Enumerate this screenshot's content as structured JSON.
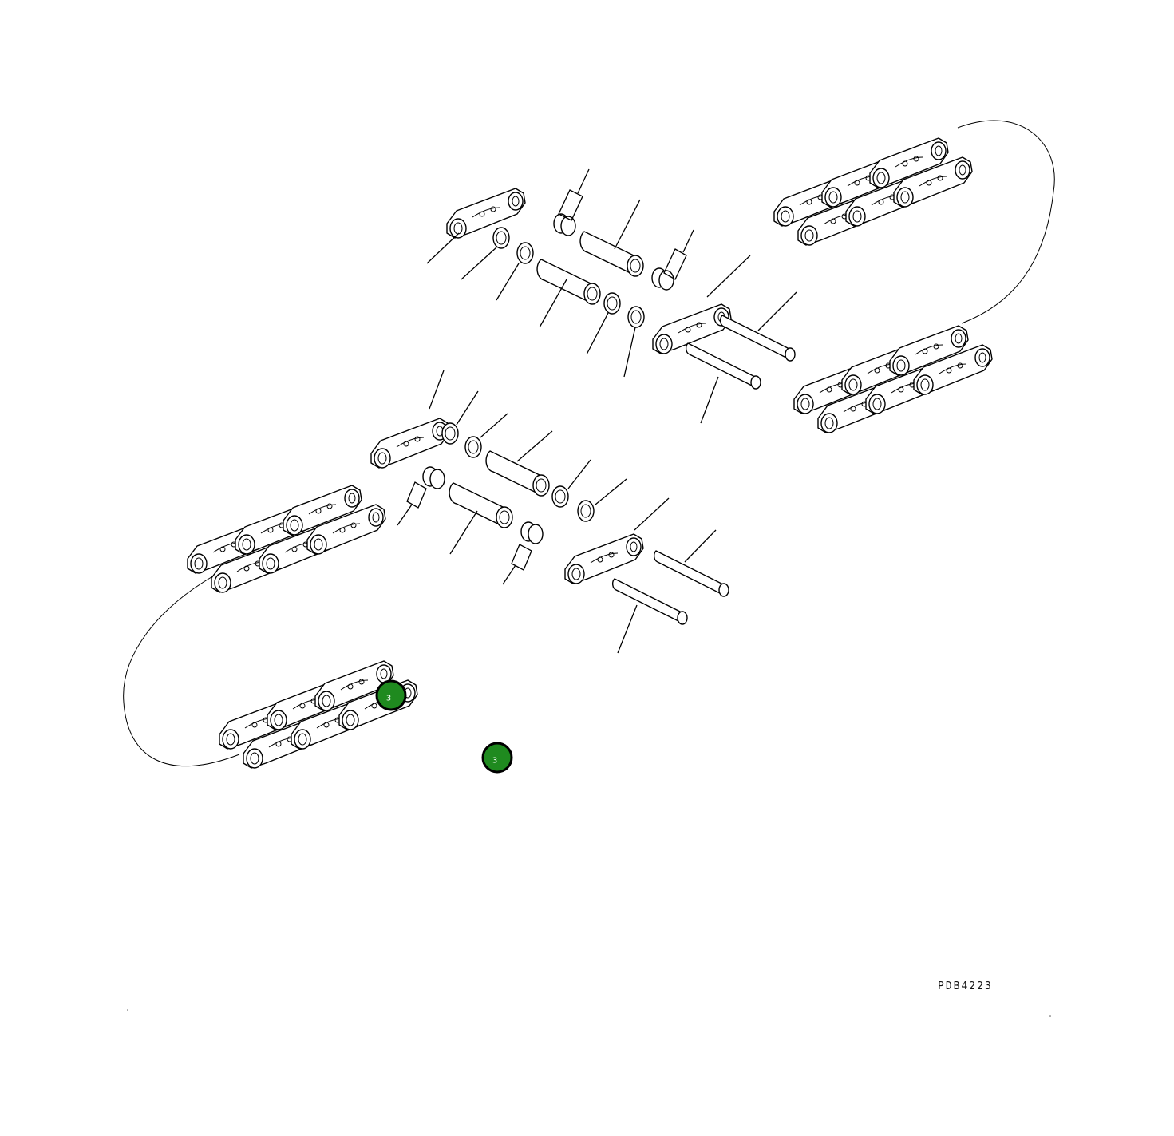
{
  "drawing_code": "PDB4223",
  "callouts": [
    {
      "label": "3"
    },
    {
      "label": "3"
    }
  ],
  "colors": {
    "callout_fill": "#1f8a1f",
    "callout_text": "#ffffff",
    "line": "#000000"
  }
}
